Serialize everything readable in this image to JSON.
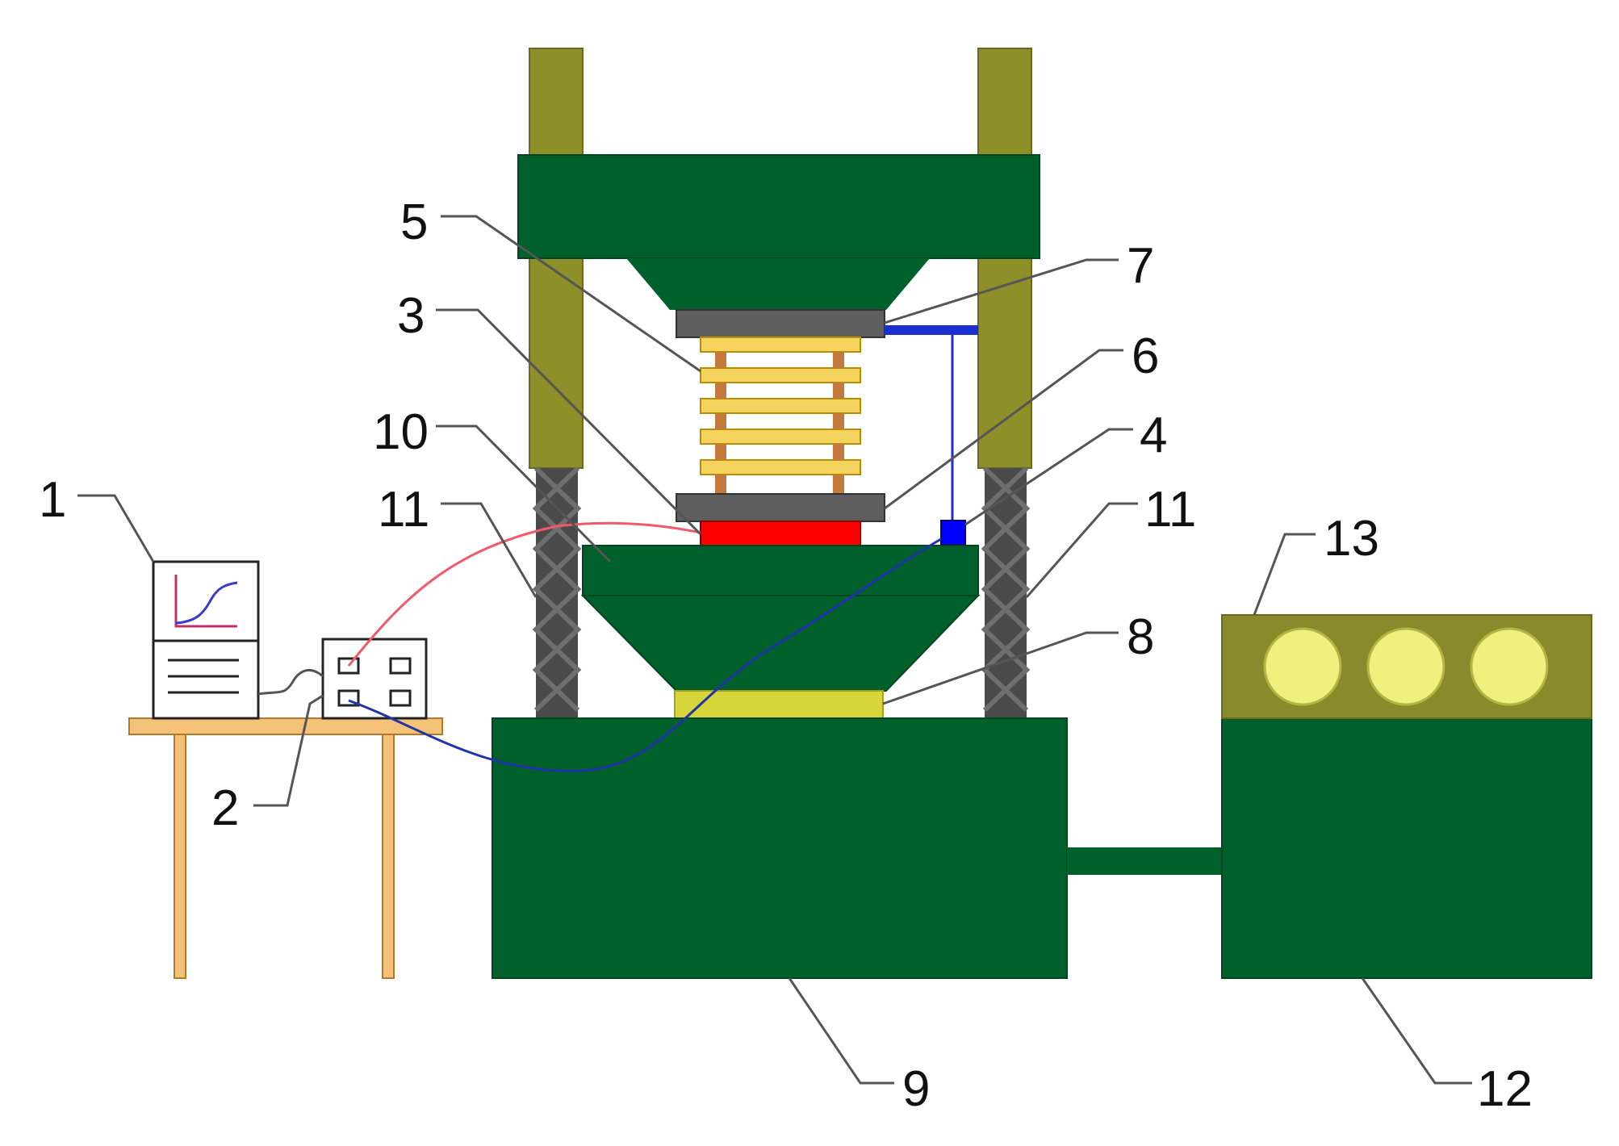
{
  "colors": {
    "frame_green": "#00602b",
    "column_olive": "#8f8f2a",
    "column_lattice": "#4a4a4a",
    "plate_gray": "#5e5e5e",
    "specimen_layer": "#f4d35e",
    "spacer_copper": "#c47a3c",
    "pressure_sensor": "#ff0000",
    "displacement_sensor": "#0000ff",
    "support_block": "#d6d63a",
    "pump_panel": "#8a8a2c",
    "gauge_fill": "#f0f07f",
    "table_wood": "#f5c27a",
    "red_wire": "#f05a6a",
    "blue_wire": "#1f34a8"
  },
  "icons": {
    "computer": "monitor-with-curve-icon",
    "acquisition_box": "data-acquisition-box-icon",
    "pump_gauges": "pressure-gauge-icon"
  },
  "callouts": [
    {
      "id": "1",
      "text": "1"
    },
    {
      "id": "2",
      "text": "2"
    },
    {
      "id": "3",
      "text": "3"
    },
    {
      "id": "4",
      "text": "4"
    },
    {
      "id": "5",
      "text": "5"
    },
    {
      "id": "6",
      "text": "6"
    },
    {
      "id": "7",
      "text": "7"
    },
    {
      "id": "8",
      "text": "8"
    },
    {
      "id": "9",
      "text": "9"
    },
    {
      "id": "10",
      "text": "10"
    },
    {
      "id": "11a",
      "text": "11"
    },
    {
      "id": "11b",
      "text": "11"
    },
    {
      "id": "12",
      "text": "12"
    },
    {
      "id": "13",
      "text": "13"
    }
  ]
}
